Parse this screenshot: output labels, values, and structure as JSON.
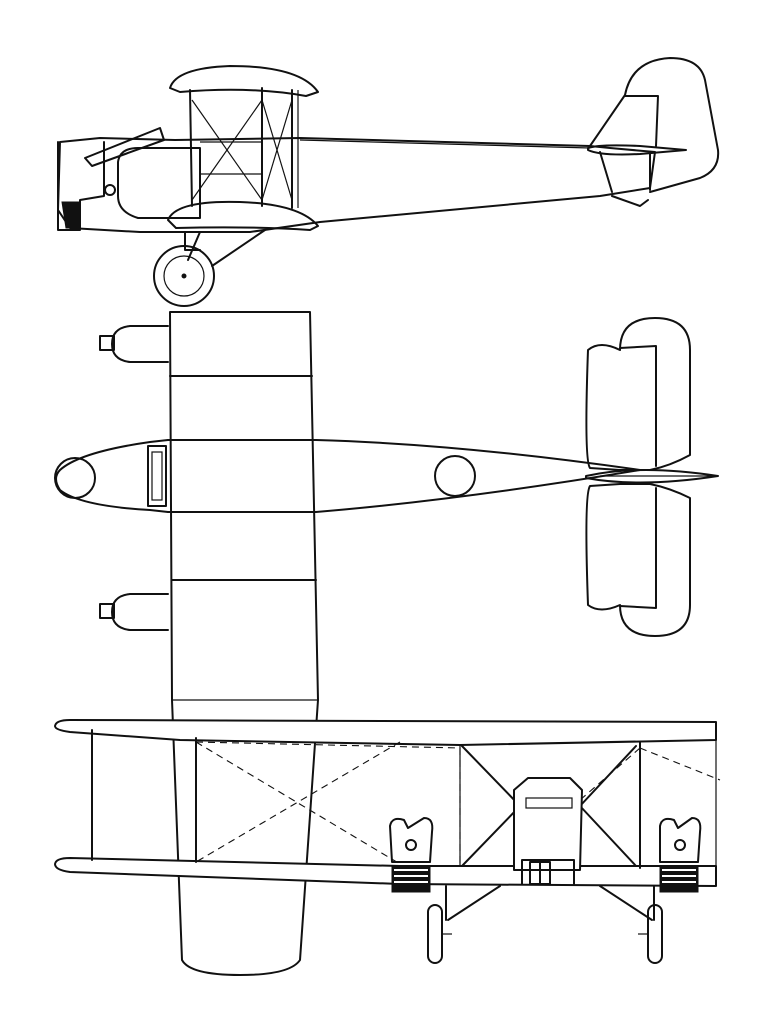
{
  "figure": {
    "views": [
      "side-elevation",
      "plan",
      "front-elevation"
    ],
    "colors": {
      "ink": "#111111",
      "paper": "#ffffff"
    }
  }
}
